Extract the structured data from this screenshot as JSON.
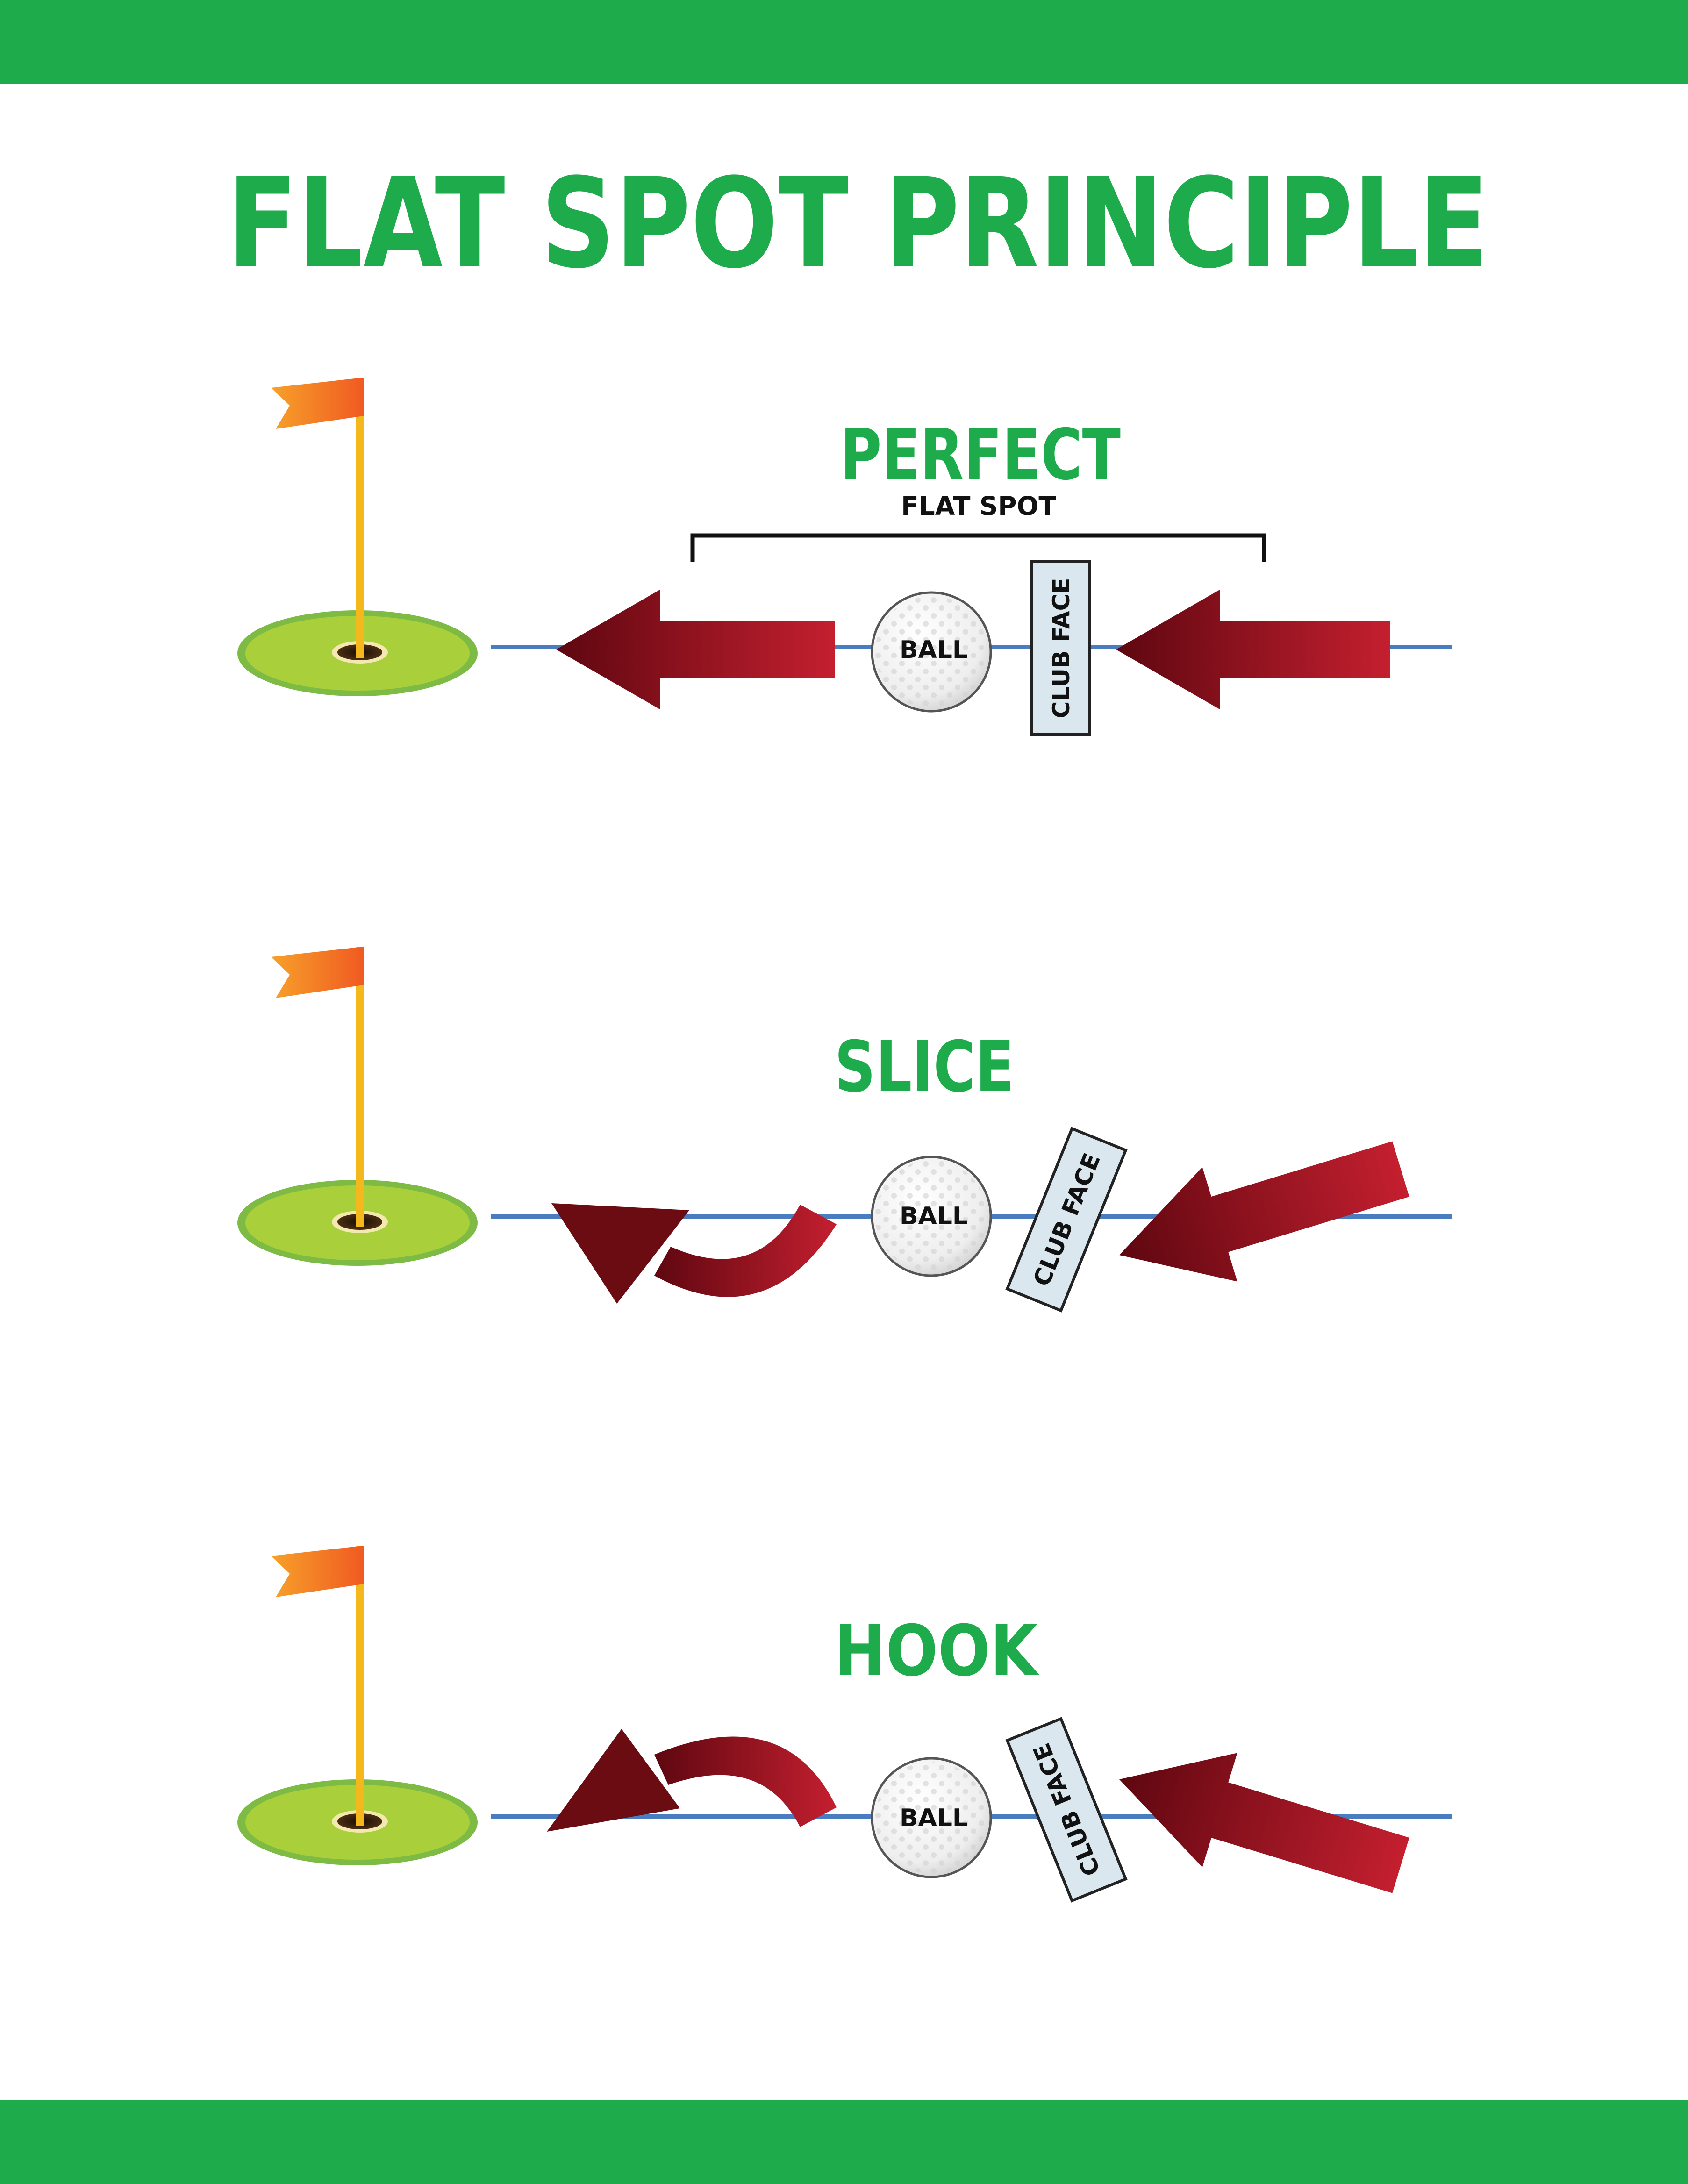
{
  "title": "FLAT SPOT PRINCIPLE",
  "colors": {
    "brand_green": "#1eab4b",
    "flag_orange": "#f4791f",
    "pole_yellow": "#f5b81c",
    "green_fill": "#a9cf3a",
    "green_ring": "#7dbb45",
    "path_blue": "#4a7cc0",
    "arrow_dark": "#6b0b12",
    "arrow_light": "#c01f2e",
    "clubface_fill": "#dbe7ee"
  },
  "icons": {
    "flag": "golf-flag-icon",
    "hole": "putting-green-hole-icon",
    "ball": "golf-ball-icon"
  },
  "sections": [
    {
      "heading": "PERFECT",
      "sublabel": "FLAT SPOT",
      "ball_label": "BALL",
      "clubface_label": "CLUB FACE",
      "shot_path": "straight"
    },
    {
      "heading": "SLICE",
      "ball_label": "BALL",
      "clubface_label": "CLUB FACE",
      "shot_path": "curve"
    },
    {
      "heading": "HOOK",
      "ball_label": "BALL",
      "clubface_label": "CLUB FACE",
      "shot_path": "curve"
    }
  ]
}
